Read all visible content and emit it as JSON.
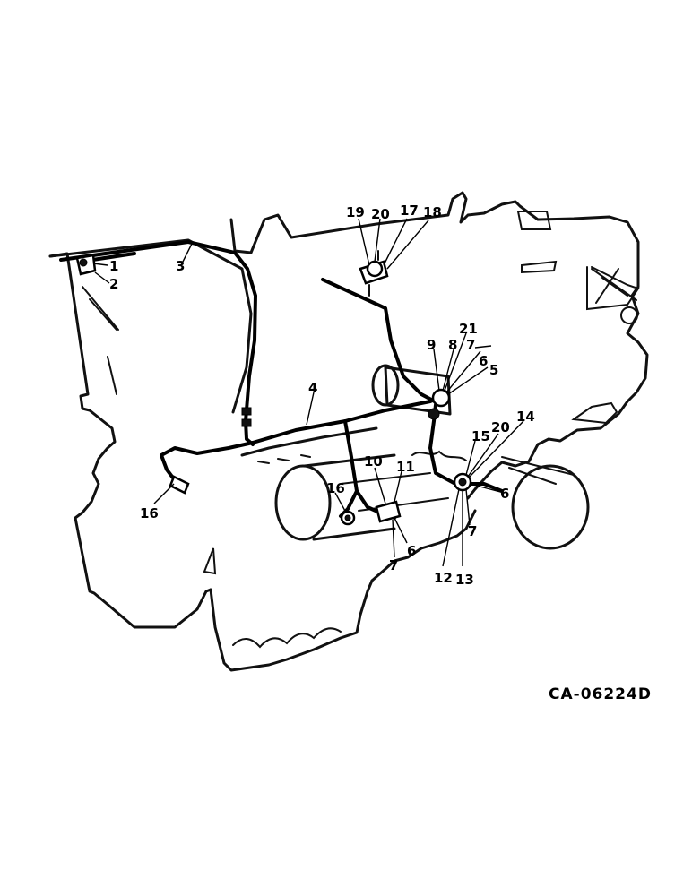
{
  "figure_code": "CA-06224D",
  "callouts": [
    "1",
    "2",
    "3",
    "4",
    "5",
    "6",
    "7",
    "8",
    "9",
    "10",
    "11",
    "12",
    "13",
    "14",
    "15",
    "16",
    "17",
    "18",
    "19",
    "20",
    "21"
  ]
}
